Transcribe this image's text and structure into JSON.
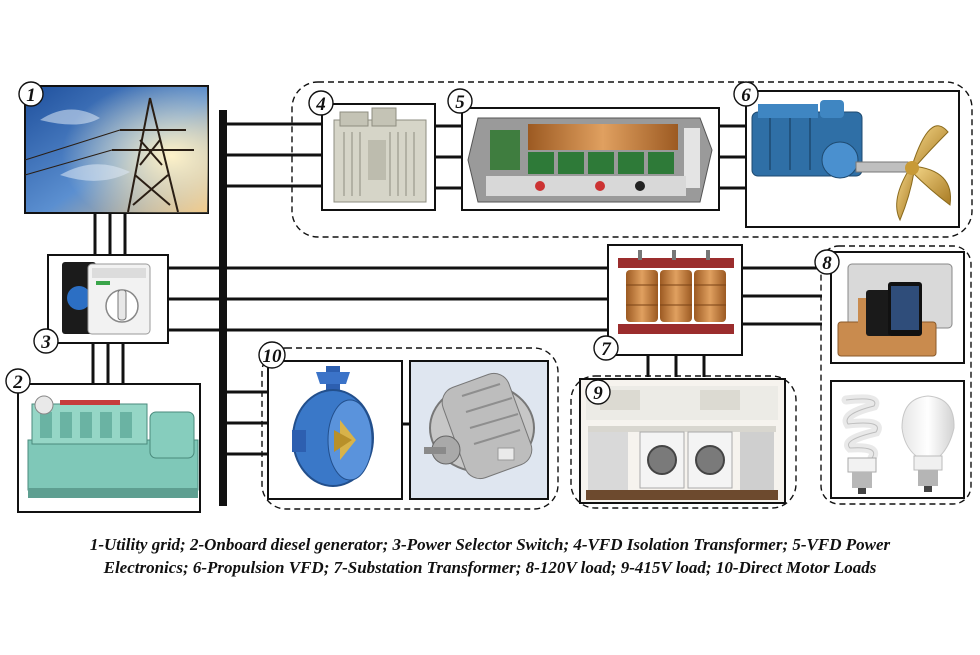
{
  "labels": {
    "n1": "1",
    "n2": "2",
    "n3": "3",
    "n4": "4",
    "n5": "5",
    "n6": "6",
    "n7": "7",
    "n8": "8",
    "n9": "9",
    "n10": "10"
  },
  "caption": {
    "line1": "1-Utility grid; 2-Onboard diesel generator; 3-Power Selector Switch; 4-VFD Isolation Transformer; 5-VFD Power",
    "line2": "Electronics; 6-Propulsion VFD; 7-Substation Transformer; 8-120V load; 9-415V load; 10-Direct Motor Loads"
  },
  "colors": {
    "line": "#111111",
    "sky_top": "#2a5fa8",
    "sky_glow": "#f3c27a",
    "generator": "#8fd3c4",
    "motor_blue": "#3a78c8",
    "copper": "#c9823e",
    "brass": "#d4a94a",
    "cabinet": "#cfcfc4"
  },
  "icons": {
    "utility_grid": "power-pylon-photo",
    "diesel_generator": "diesel-generator-photo",
    "selector_switch": "selector-switch-photo",
    "isolation_transformer": "isolation-transformer-photo",
    "power_electronics": "power-electronics-photo",
    "propulsion": "marine-propeller-photo",
    "substation_transformer": "three-phase-transformer-photo",
    "load_120v": "tablet-and-bulbs-photo",
    "load_415v": "washing-machines-photo",
    "motor_loads": "thruster-and-motor-photo"
  }
}
